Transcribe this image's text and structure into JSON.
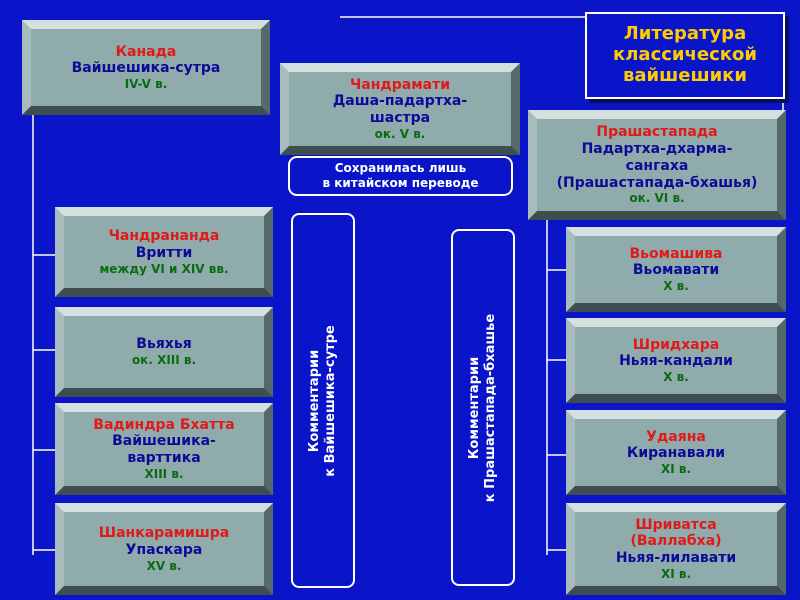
{
  "title": {
    "line1": "Литература",
    "line2": "классической",
    "line3": "вайшешики"
  },
  "left_column": [
    {
      "name": "Канада",
      "work": "Вайшешика-сутра",
      "date": "IV-V в."
    },
    {
      "name": "Чандрананда",
      "work": "Вритти",
      "date": "между VI и XIV вв."
    },
    {
      "name": "Вьяхья",
      "work": "",
      "date": "ок. XIII в."
    },
    {
      "name": "Вадиндра Бхатта",
      "work1": "Вайшешика-",
      "work2": "варттика",
      "date": "XIII в."
    },
    {
      "name": "Шанкарамишра",
      "work": "Упаскара",
      "date": "XV в."
    }
  ],
  "center": {
    "name": "Чандрамати",
    "work1": "Даша-падартха-",
    "work2": "шастра",
    "date": "ок. V в.",
    "note_line1": "Сохранилась лишь",
    "note_line2": "в китайском переводе"
  },
  "right_column": [
    {
      "name": "Прашастапада",
      "work1": "Падартха-дхарма-",
      "work2": "сангаха",
      "work3": "(Прашастапада-бхашья)",
      "date": "ок. VI в."
    },
    {
      "name": "Вьомашива",
      "work": "Вьомавати",
      "date": "X в."
    },
    {
      "name": "Шридхара",
      "work": "Ньяя-кандали",
      "date": "X в."
    },
    {
      "name": "Удаяна",
      "work": "Киранавали",
      "date": "XI в."
    },
    {
      "name": "Шриватса",
      "name2": "(Валлабха)",
      "work": "Ньяя-лилавати",
      "date": "XI в."
    }
  ],
  "comment_labels": {
    "sutra_line1": "Комментарии",
    "sutra_line2": "к Вайшешика-сутре",
    "bhashya_line1": "Комментарии",
    "bhashya_line2": "к Прашастапада-бхашье"
  },
  "colors": {
    "background": "#0a14c8",
    "box_face": "#8fabab",
    "name_red": "#e01919",
    "work_blue": "#0b0b96",
    "date_green": "#0b6b10",
    "title_yellow": "#ffcc00",
    "lines_white": "#ffffff"
  }
}
